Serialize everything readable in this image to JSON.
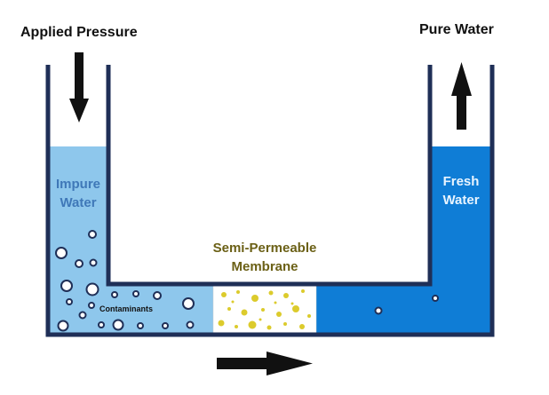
{
  "labels": {
    "applied_pressure": "Applied Pressure",
    "pure_water": "Pure Water",
    "impure_water": [
      "Impure",
      "Water"
    ],
    "fresh_water": [
      "Fresh",
      "Water"
    ],
    "membrane": [
      "Semi-Permeable",
      "Membrane"
    ],
    "contaminants": "Contaminants"
  },
  "colors": {
    "wall": "#1f2f57",
    "impure_water": "#8ec7ec",
    "fresh_water": "#0f7dd6",
    "impure_text": "#3f78b8",
    "fresh_text": "#e8f4ff",
    "membrane_fill": "#ffffff",
    "membrane_dots": "#dccb2c",
    "arrow": "#111111"
  },
  "icons": {
    "down_arrow": "arrow-down-icon",
    "up_arrow": "arrow-up-icon",
    "flow_arrow": "arrow-right-icon"
  }
}
